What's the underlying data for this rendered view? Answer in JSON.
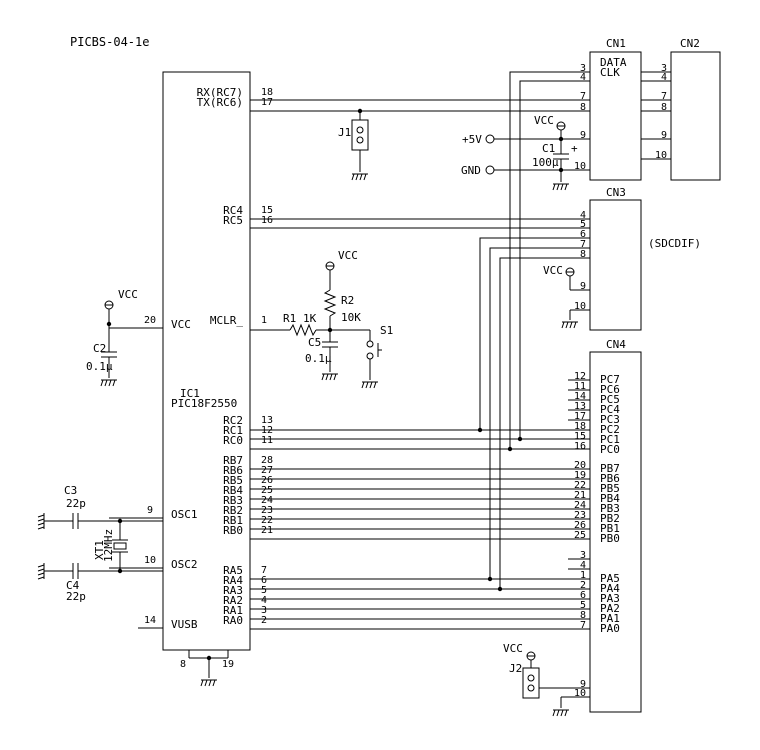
{
  "title": "PICBS-04-1e",
  "ic": {
    "name": "IC1",
    "part": "PIC18F2550",
    "left_pins": [
      {
        "num": "20",
        "label": "VCC"
      },
      {
        "num": "9",
        "label": "OSC1"
      },
      {
        "num": "10",
        "label": "OSC2"
      },
      {
        "num": "14",
        "label": "VUSB"
      }
    ],
    "right_pins": [
      {
        "num": "18",
        "label": "RX(RC7)"
      },
      {
        "num": "17",
        "label": "TX(RC6)"
      },
      {
        "num": "15",
        "label": "RC4"
      },
      {
        "num": "16",
        "label": "RC5"
      },
      {
        "num": "1",
        "label": "MCLR_"
      },
      {
        "num": "13",
        "label": "RC2"
      },
      {
        "num": "12",
        "label": "RC1"
      },
      {
        "num": "11",
        "label": "RC0"
      },
      {
        "num": "28",
        "label": "RB7"
      },
      {
        "num": "27",
        "label": "RB6"
      },
      {
        "num": "26",
        "label": "RB5"
      },
      {
        "num": "25",
        "label": "RB4"
      },
      {
        "num": "24",
        "label": "RB3"
      },
      {
        "num": "23",
        "label": "RB2"
      },
      {
        "num": "22",
        "label": "RB1"
      },
      {
        "num": "21",
        "label": "RB0"
      },
      {
        "num": "7",
        "label": "RA5"
      },
      {
        "num": "6",
        "label": "RA4"
      },
      {
        "num": "5",
        "label": "RA3"
      },
      {
        "num": "4",
        "label": "RA2"
      },
      {
        "num": "3",
        "label": "RA1"
      },
      {
        "num": "2",
        "label": "RA0"
      }
    ],
    "bottom_pins": [
      "8",
      "19"
    ]
  },
  "components": {
    "c2": {
      "name": "C2",
      "value": "0.1μ"
    },
    "c3": {
      "name": "C3",
      "value": "22p"
    },
    "c4": {
      "name": "C4",
      "value": "22p"
    },
    "xt1": {
      "name": "XT1",
      "value": "12MHz"
    },
    "r1": {
      "name": "R1",
      "value": "1K"
    },
    "r2": {
      "name": "R2",
      "value": "10K"
    },
    "c5": {
      "name": "C5",
      "value": "0.1μ"
    },
    "s1": {
      "name": "S1"
    },
    "c1": {
      "name": "C1",
      "value": "100μ",
      "polarity": "+"
    },
    "j1": {
      "name": "J1"
    },
    "j2": {
      "name": "J2"
    }
  },
  "power": {
    "vcc": "VCC",
    "plus5": "+5V",
    "gnd": "GND"
  },
  "cn1": {
    "name": "CN1",
    "labels": [
      "DATA",
      "CLK"
    ],
    "pins": [
      "3",
      "4",
      "7",
      "8",
      "9",
      "10"
    ]
  },
  "cn2": {
    "name": "CN2",
    "pins": [
      "3",
      "4",
      "7",
      "8",
      "9",
      "10"
    ]
  },
  "cn3": {
    "name": "CN3",
    "annotation": "(SDCDIF)",
    "pins": [
      "4",
      "5",
      "6",
      "7",
      "8",
      "9",
      "10"
    ]
  },
  "cn4": {
    "name": "CN4",
    "rows": [
      {
        "num": "12",
        "label": "PC7"
      },
      {
        "num": "11",
        "label": "PC6"
      },
      {
        "num": "14",
        "label": "PC5"
      },
      {
        "num": "13",
        "label": "PC4"
      },
      {
        "num": "17",
        "label": "PC3"
      },
      {
        "num": "18",
        "label": "PC2"
      },
      {
        "num": "15",
        "label": "PC1"
      },
      {
        "num": "16",
        "label": "PC0"
      },
      {
        "num": "20",
        "label": "PB7"
      },
      {
        "num": "19",
        "label": "PB6"
      },
      {
        "num": "22",
        "label": "PB5"
      },
      {
        "num": "21",
        "label": "PB4"
      },
      {
        "num": "24",
        "label": "PB3"
      },
      {
        "num": "23",
        "label": "PB2"
      },
      {
        "num": "26",
        "label": "PB1"
      },
      {
        "num": "25",
        "label": "PB0"
      },
      {
        "num": "3",
        "label": ""
      },
      {
        "num": "4",
        "label": ""
      },
      {
        "num": "1",
        "label": "PA5"
      },
      {
        "num": "2",
        "label": "PA4"
      },
      {
        "num": "6",
        "label": "PA3"
      },
      {
        "num": "5",
        "label": "PA2"
      },
      {
        "num": "8",
        "label": "PA1"
      },
      {
        "num": "7",
        "label": "PA0"
      },
      {
        "num": "9",
        "label": ""
      },
      {
        "num": "10",
        "label": ""
      }
    ]
  }
}
